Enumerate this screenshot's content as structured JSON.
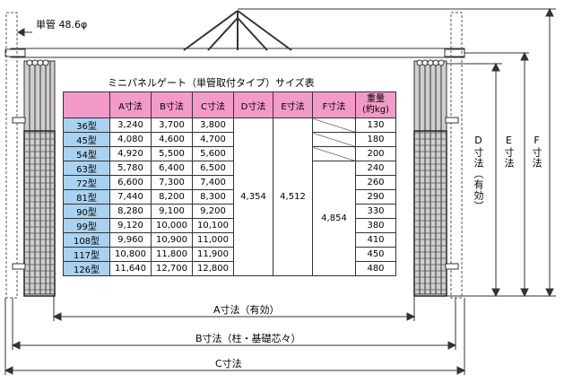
{
  "pipe_label": "単管 48.6φ",
  "table": {
    "title": "ミニパネルゲート（単管取付タイプ）サイズ表",
    "headers": [
      "",
      "A寸法",
      "B寸法",
      "C寸法",
      "D寸法",
      "E寸法",
      "F寸法",
      "重量\n(約kg)"
    ],
    "rows": [
      {
        "model": "36型",
        "a": "3,240",
        "b": "3,700",
        "c": "3,800",
        "w": "130"
      },
      {
        "model": "45型",
        "a": "4,080",
        "b": "4,600",
        "c": "4,700",
        "w": "180"
      },
      {
        "model": "54型",
        "a": "4,920",
        "b": "5,500",
        "c": "5,600",
        "w": "200"
      },
      {
        "model": "63型",
        "a": "5,780",
        "b": "6,400",
        "c": "6,500",
        "w": "240"
      },
      {
        "model": "72型",
        "a": "6,600",
        "b": "7,300",
        "c": "7,400",
        "w": "260"
      },
      {
        "model": "81型",
        "a": "7,440",
        "b": "8,200",
        "c": "8,300",
        "w": "290"
      },
      {
        "model": "90型",
        "a": "8,280",
        "b": "9,100",
        "c": "9,200",
        "w": "330"
      },
      {
        "model": "99型",
        "a": "9,120",
        "b": "10,000",
        "c": "10,100",
        "w": "380"
      },
      {
        "model": "108型",
        "a": "9,960",
        "b": "10,900",
        "c": "11,000",
        "w": "410"
      },
      {
        "model": "117型",
        "a": "10,800",
        "b": "11,800",
        "c": "11,900",
        "w": "450"
      },
      {
        "model": "126型",
        "a": "11,640",
        "b": "12,700",
        "c": "12,800",
        "w": "480"
      }
    ],
    "d_value": "4,354",
    "e_value": "4,512",
    "f_value": "4,854"
  },
  "dims": {
    "a": "A寸法（有効）",
    "b": "B寸法（柱・基礎芯々）",
    "c": "C寸法",
    "d": "D寸法（有効）",
    "e": "E寸法",
    "f": "F寸法"
  },
  "colors": {
    "header_pink": "#f29bc8",
    "model_blue": "#a9d2f0",
    "panel_gray": "#cfcfcf"
  }
}
